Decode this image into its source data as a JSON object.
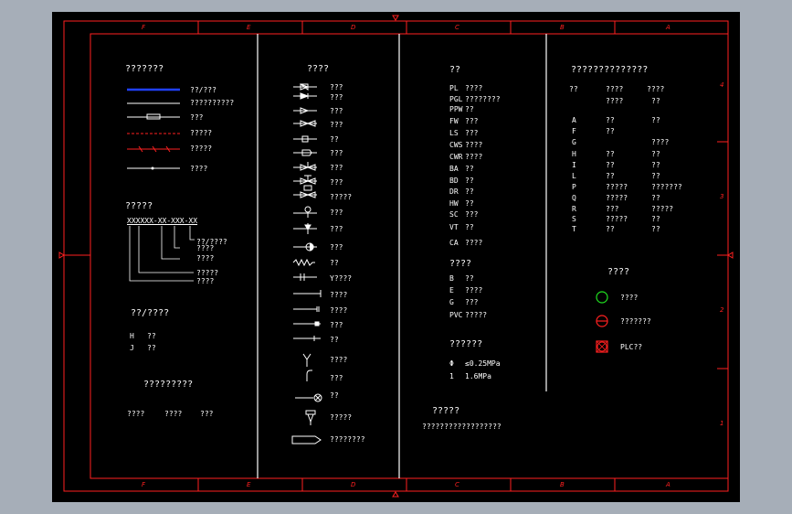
{
  "border": {
    "columns": [
      "F",
      "E",
      "D",
      "C",
      "B",
      "A"
    ],
    "rows": [
      "4",
      "3",
      "2",
      "1"
    ]
  },
  "col1": {
    "line_title": "???????",
    "line_labels": [
      "??/???",
      "??????????",
      "???",
      "?????",
      "?????",
      "????"
    ],
    "code_title": "?????",
    "code_pattern": "XXXXXX-XX-XXX-XX",
    "code_labels": [
      "??/????",
      "????",
      "????",
      "?????",
      "????"
    ],
    "meter_title": "??/????",
    "meter_rows": [
      {
        "code": "H",
        "name": "??"
      },
      {
        "code": "J",
        "name": "??"
      }
    ],
    "unit_title": "?????????",
    "unit_items": [
      "????",
      "????",
      "???"
    ]
  },
  "col2": {
    "title": "????",
    "labels": [
      "???",
      "???",
      "???",
      "???",
      "??",
      "???",
      "???",
      "???",
      "?????",
      "???",
      "???",
      "???",
      "??",
      "Y????",
      "????",
      "????",
      "???",
      "??",
      "????",
      "???",
      "??",
      "?????",
      "????????"
    ]
  },
  "col3": {
    "title": "??",
    "items": [
      {
        "code": "PL",
        "name": "????"
      },
      {
        "code": "PGL",
        "name": "????????"
      },
      {
        "code": "PPW",
        "name": "??"
      },
      {
        "code": "FW",
        "name": "???"
      },
      {
        "code": "LS",
        "name": "???"
      },
      {
        "code": "CWS",
        "name": "????"
      },
      {
        "code": "CWR",
        "name": "????"
      },
      {
        "code": "BA",
        "name": "??"
      },
      {
        "code": "BD",
        "name": "??"
      },
      {
        "code": "DR",
        "name": "??"
      },
      {
        "code": "HW",
        "name": "??"
      },
      {
        "code": "SC",
        "name": "???"
      },
      {
        "code": "VT",
        "name": "??"
      },
      {
        "code": "CA",
        "name": "????"
      }
    ],
    "material_title": "????",
    "materials": [
      {
        "code": "B",
        "name": "??"
      },
      {
        "code": "E",
        "name": "????"
      },
      {
        "code": "G",
        "name": "???"
      },
      {
        "code": "PVC",
        "name": "?????"
      }
    ],
    "pressure_title": "??????",
    "pressures": [
      {
        "code": "Φ",
        "value": "≤0.25MPa"
      },
      {
        "code": "1",
        "value": "1.6MPa"
      }
    ],
    "note_title": "?????",
    "note_text": "??????????????????"
  },
  "col4": {
    "title": "??????????????",
    "headers": [
      "??",
      "????",
      "????"
    ],
    "subheader": [
      "",
      "????",
      "??"
    ],
    "rows": [
      {
        "code": "A",
        "a": "??",
        "b": "??"
      },
      {
        "code": "F",
        "a": "??",
        "b": ""
      },
      {
        "code": "G",
        "a": "",
        "b": "????"
      },
      {
        "code": "H",
        "a": "??",
        "b": "??"
      },
      {
        "code": "I",
        "a": "??",
        "b": "??"
      },
      {
        "code": "L",
        "a": "??",
        "b": "??"
      },
      {
        "code": "P",
        "a": "?????",
        "b": "???????"
      },
      {
        "code": "Q",
        "a": "?????",
        "b": "??"
      },
      {
        "code": "R",
        "a": "???",
        "b": "?????"
      },
      {
        "code": "S",
        "a": "?????",
        "b": "??"
      },
      {
        "code": "T",
        "a": "??",
        "b": "??"
      }
    ],
    "instrument_title": "????",
    "instruments": [
      "????",
      "???????",
      "PLC??"
    ]
  },
  "colors": {
    "line": "#ffffff",
    "accent": "#ff2020",
    "blue": "#2040ff",
    "green": "#20e020"
  }
}
